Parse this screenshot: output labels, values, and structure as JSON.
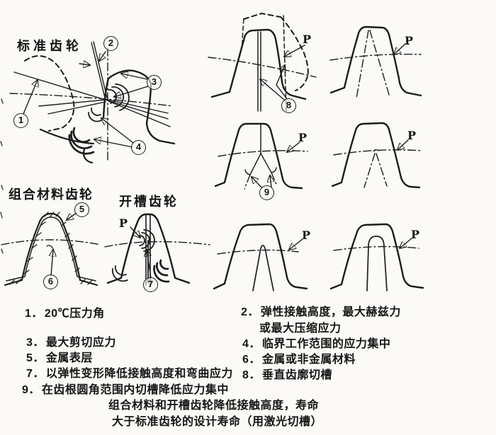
{
  "figure": {
    "diagram_labels": {
      "standard": "标准齿轮",
      "composite": "组合材料齿轮",
      "slotted": "开槽齿轮"
    },
    "force_label": "P",
    "callouts": {
      "c1": "1",
      "c2": "2",
      "c3": "3",
      "c4": "4",
      "c5": "5",
      "c6": "6",
      "c7": "7",
      "c8": "8",
      "c9": "9"
    }
  },
  "legend": {
    "items": [
      {
        "num": "1．",
        "text": "20℃压力角"
      },
      {
        "num": "2．",
        "text": "弹性接触高度，最大赫兹力",
        "text2": "或最大压缩应力"
      },
      {
        "num": "3．",
        "text": "最大剪切应力"
      },
      {
        "num": "4．",
        "text": "临界工作范围的应力集中"
      },
      {
        "num": "5．",
        "text": "金属表层"
      },
      {
        "num": "6．",
        "text": "金属或非金属材料"
      },
      {
        "num": "7．",
        "text": "以弹性变形降低接触高度和弯曲应力"
      },
      {
        "num": "8．",
        "text": "垂直齿廓切槽"
      },
      {
        "num": "9．",
        "text": "在齿根圆角范围内切槽降低应力集中"
      }
    ]
  },
  "footer": {
    "line1": "组合材料和开槽齿轮降低接触高度，寿命",
    "line2": "大于标准齿轮的设计寿命（用激光切槽）"
  }
}
